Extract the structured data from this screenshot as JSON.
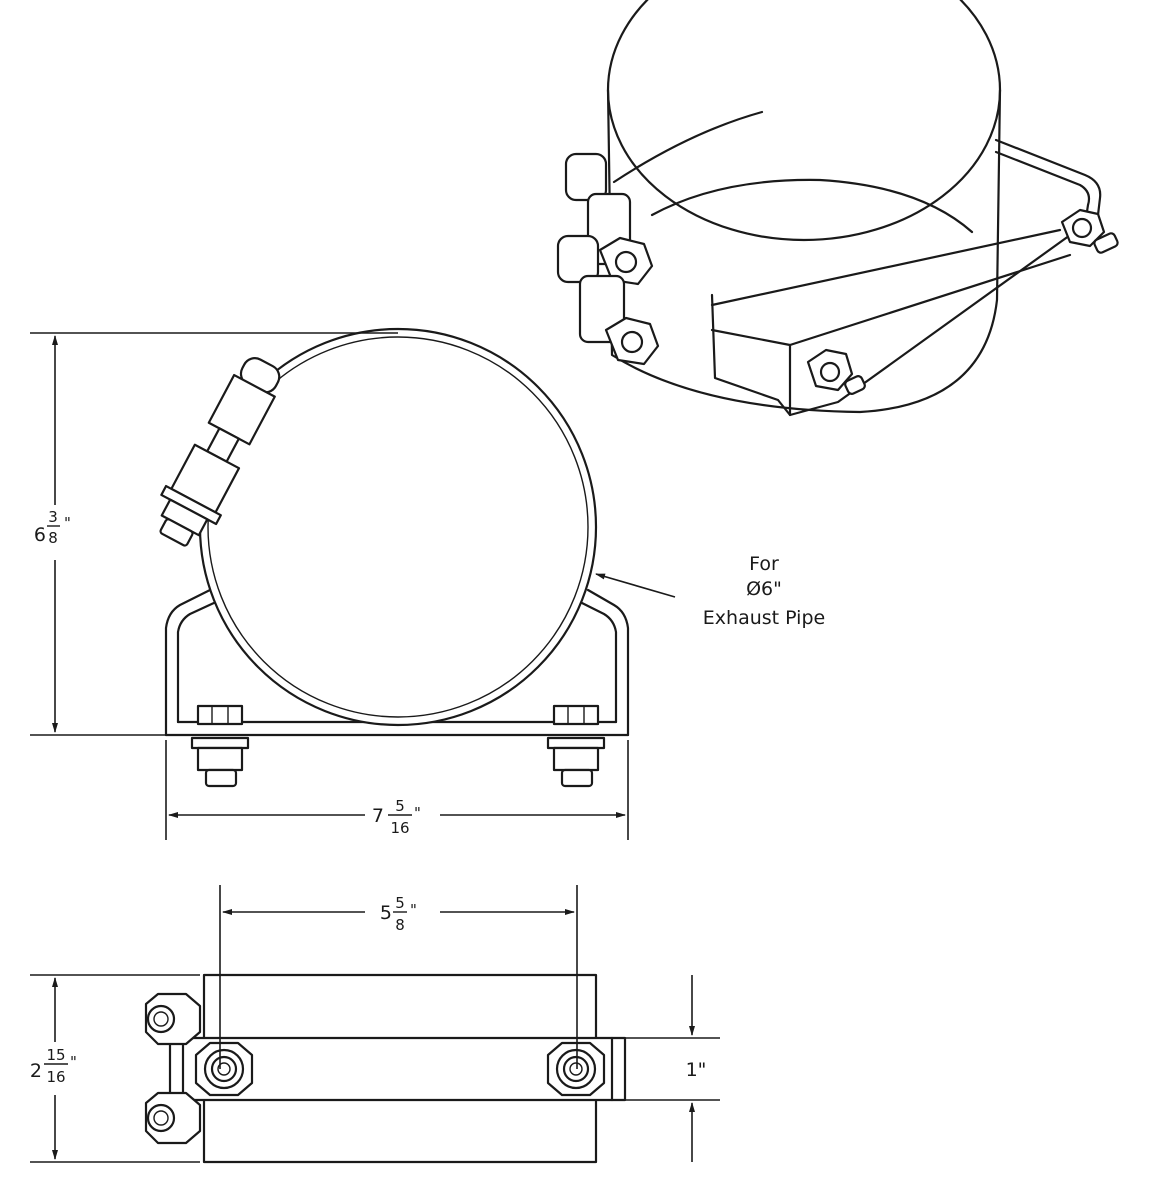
{
  "callout": {
    "line1": "For",
    "line2": "Ø6\"",
    "line3": "Exhaust Pipe"
  },
  "dimensions": {
    "height": {
      "whole": "6",
      "num": "3",
      "den": "8",
      "unit": "\""
    },
    "width": {
      "whole": "7",
      "num": "5",
      "den": "16",
      "unit": "\""
    },
    "bolt_spacing": {
      "whole": "5",
      "num": "5",
      "den": "8",
      "unit": "\""
    },
    "depth": {
      "whole": "2",
      "num": "15",
      "den": "16",
      "unit": "\""
    },
    "strap_width": "1\""
  }
}
